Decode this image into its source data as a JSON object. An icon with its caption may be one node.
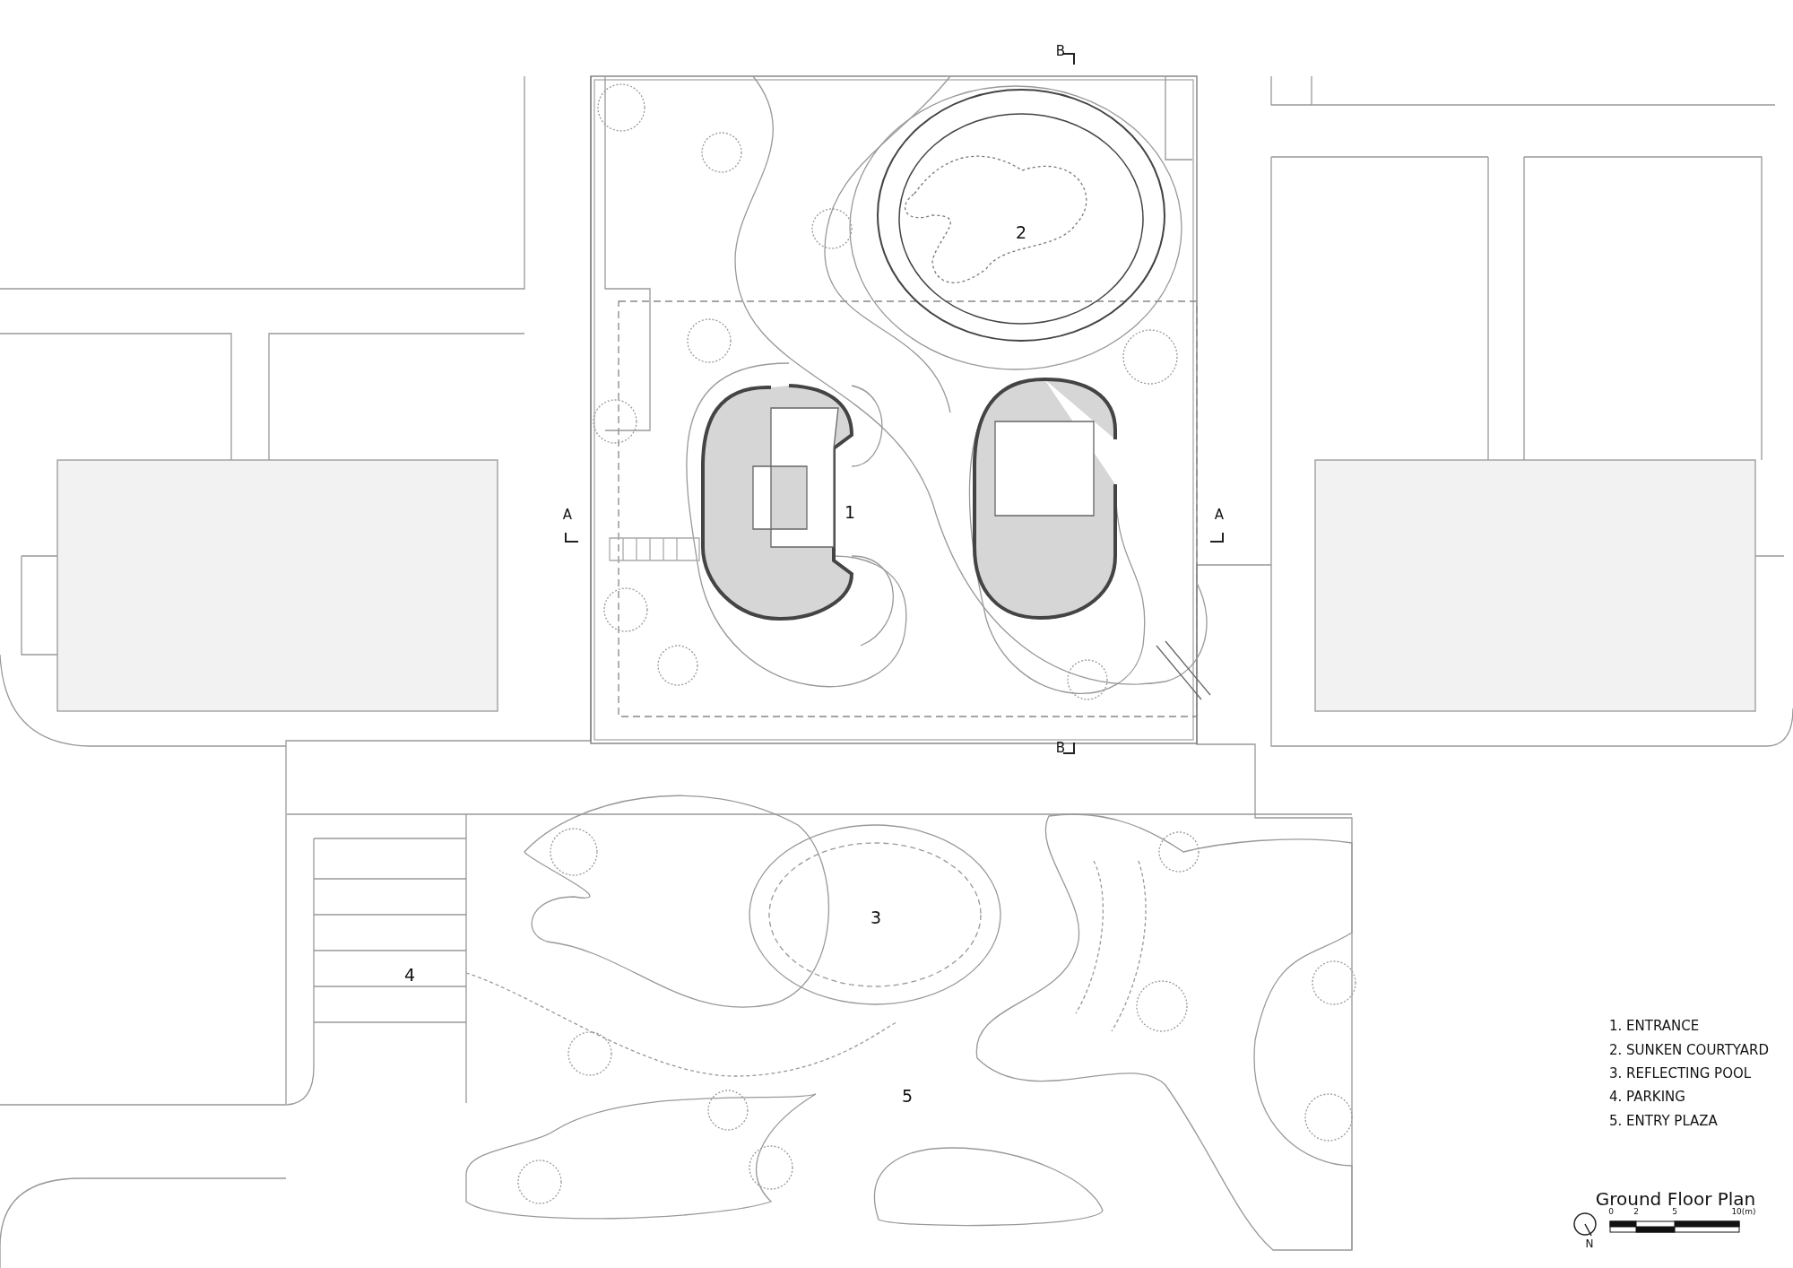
{
  "diagram": {
    "title": "Ground Floor Plan",
    "labels": [
      "B",
      "2",
      "A",
      "1",
      "A",
      "B",
      "3",
      "1. ENTRANCE",
      "2. SUNKEN COURTYARD",
      "3. REFLECTING POOL",
      "4. PARKING",
      "5. ENTRY PLAZA",
      "4",
      "5",
      "0",
      "2",
      "5",
      "10(m)",
      "N"
    ]
  }
}
